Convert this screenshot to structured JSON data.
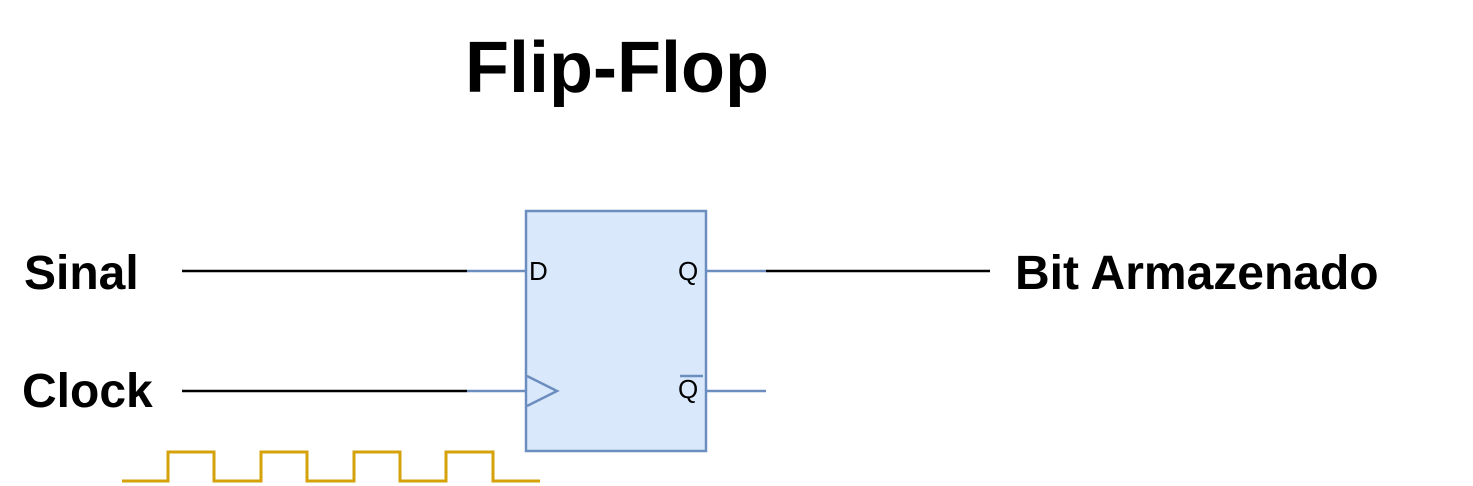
{
  "title": "Flip-Flop",
  "inputs": {
    "signal_label": "Sinal",
    "clock_label": "Clock"
  },
  "output": {
    "label": "Bit Armazenado"
  },
  "flipflop": {
    "pin_d": "D",
    "pin_q": "Q",
    "pin_q_not": "Q"
  },
  "colors": {
    "block_fill": "#dae8fc",
    "block_stroke": "#6c8ebf",
    "clock_wave": "#d6a20a",
    "wire": "#000000",
    "text": "#000000"
  }
}
